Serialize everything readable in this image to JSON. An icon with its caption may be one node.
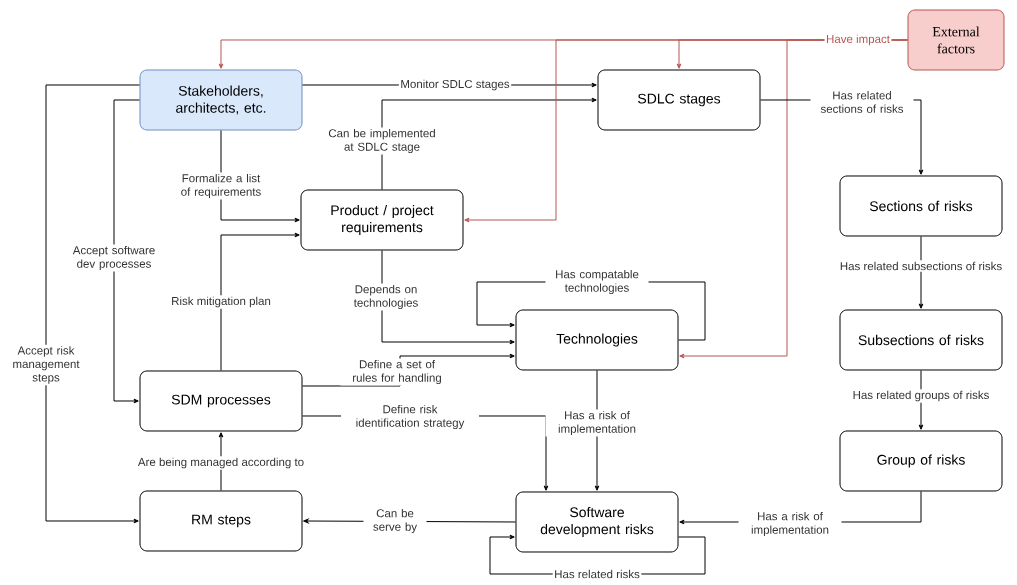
{
  "diagram": {
    "nodes": [
      {
        "text": [
          "Stakeholders, architects, etc."
        ]
      },
      {
        "text": [
          "External factors"
        ]
      },
      {
        "text": [
          "SDLC stages"
        ]
      },
      {
        "text": [
          "Product / project requirements"
        ]
      },
      {
        "text": [
          "Technologies"
        ]
      },
      {
        "text": [
          "Sections of risks"
        ]
      },
      {
        "text": [
          "Subsections of risks"
        ]
      },
      {
        "text": [
          "Group of risks"
        ]
      },
      {
        "text": [
          "SDM processes"
        ]
      },
      {
        "text": [
          "RM steps"
        ]
      },
      {
        "text": [
          "Software development risks"
        ]
      }
    ],
    "edges": [
      {
        "from": 0,
        "to": 2,
        "arrow": "to",
        "label": "Monitor SDLC stages"
      },
      {
        "from": 3,
        "to": 2,
        "arrow": "to",
        "label": "Can be implemented at SDLC stage"
      },
      {
        "from": 0,
        "to": 3,
        "arrow": "to",
        "label": "Formalize a list of requirements"
      },
      {
        "from": 8,
        "to": 3,
        "arrow": "to",
        "label": "Risk mitigation plan"
      },
      {
        "from": 0,
        "to": 8,
        "arrow": "to",
        "label": "Accept software dev processes"
      },
      {
        "from": 0,
        "to": 9,
        "arrow": "to",
        "label": "Accept risk management steps"
      },
      {
        "from": 1,
        "to": 0,
        "arrow": "to",
        "label": "Have impact",
        "color": "#b85450"
      },
      {
        "from": 1,
        "to": 2,
        "arrow": "to",
        "color": "#b85450"
      },
      {
        "from": 1,
        "to": 3,
        "arrow": "to",
        "color": "#b85450"
      },
      {
        "from": 1,
        "to": 4,
        "arrow": "to",
        "color": "#b85450"
      },
      {
        "from": 3,
        "to": 4,
        "arrow": "to",
        "label": "Depends on technologies"
      },
      {
        "from": 4,
        "to": 4,
        "arrow": "to",
        "label": "Has compatable technologies"
      },
      {
        "from": 8,
        "to": 4,
        "arrow": "to",
        "label": "Define a set of rules for handling"
      },
      {
        "from": 8,
        "to": 10,
        "arrow": "to",
        "label": "Define risk identification strategy"
      },
      {
        "from": 4,
        "to": 10,
        "arrow": "to",
        "label": "Has a risk of implementation"
      },
      {
        "from": 10,
        "to": 9,
        "arrow": "to",
        "label": "Can be serve by"
      },
      {
        "from": 9,
        "to": 8,
        "arrow": "to",
        "label": "Are being managed according to"
      },
      {
        "from": 10,
        "to": 10,
        "arrow": "to",
        "label": "Has related risks"
      },
      {
        "from": 2,
        "to": 5,
        "arrow": "to",
        "label": "Has related sections of risks"
      },
      {
        "from": 5,
        "to": 6,
        "arrow": "to",
        "label": "Has related subsections of risks"
      },
      {
        "from": 6,
        "to": 7,
        "arrow": "to",
        "label": "Has related groups of risks"
      },
      {
        "from": 7,
        "to": 10,
        "arrow": "to",
        "label": "Has a risk of implementation"
      }
    ]
  }
}
